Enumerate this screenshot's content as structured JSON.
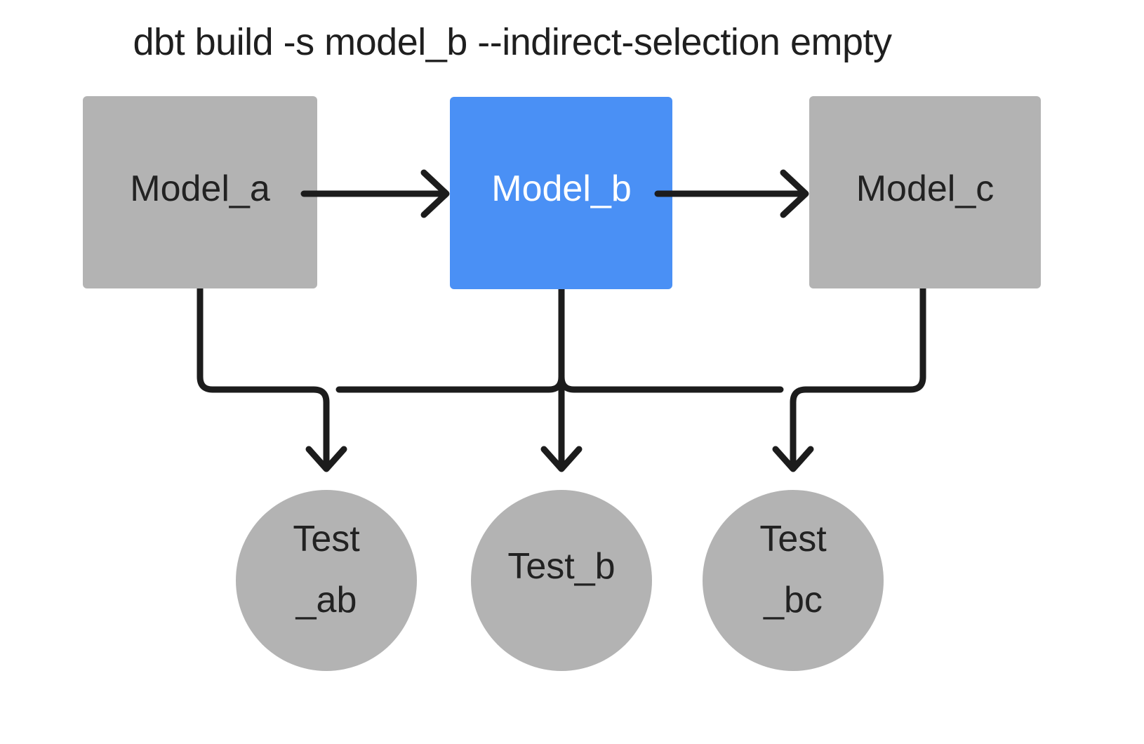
{
  "diagram": {
    "title": "dbt build -s model_b --indirect-selection empty",
    "background_color": "#ffffff",
    "colors": {
      "node_gray": "#b3b3b3",
      "node_selected_blue": "#4a90f5",
      "edge_black": "#1c1c1c",
      "text_dark": "#222222",
      "text_light": "#ffffff"
    },
    "models": [
      {
        "id": "model_a",
        "label": "Model_a",
        "shape": "rectangle",
        "state": "unselected",
        "fill": "#b3b3b3",
        "text_color": "#222222"
      },
      {
        "id": "model_b",
        "label": "Model_b",
        "shape": "rectangle",
        "state": "selected",
        "fill": "#4a90f5",
        "text_color": "#ffffff"
      },
      {
        "id": "model_c",
        "label": "Model_c",
        "shape": "rectangle",
        "state": "unselected",
        "fill": "#b3b3b3",
        "text_color": "#222222"
      }
    ],
    "tests": [
      {
        "id": "test_ab",
        "label_line1": "Test",
        "label_line2": "_ab",
        "shape": "circle",
        "state": "unselected",
        "fill": "#b3b3b3"
      },
      {
        "id": "test_b",
        "label_line1": "Test_b",
        "label_line2": "",
        "shape": "circle",
        "state": "unselected",
        "fill": "#b3b3b3"
      },
      {
        "id": "test_bc",
        "label_line1": "Test",
        "label_line2": "_bc",
        "shape": "circle",
        "state": "unselected",
        "fill": "#b3b3b3"
      }
    ],
    "edges": [
      {
        "id": "edge-a-b",
        "from": "model_a",
        "to": "model_b",
        "style": "arrow-right"
      },
      {
        "id": "edge-b-c",
        "from": "model_b",
        "to": "model_c",
        "style": "arrow-right"
      },
      {
        "id": "edge-a-testab",
        "from": "model_a",
        "to": "test_ab",
        "style": "arrow-down"
      },
      {
        "id": "edge-b-testab",
        "from": "model_b",
        "to": "test_ab",
        "style": "arrow-down"
      },
      {
        "id": "edge-b-testb",
        "from": "model_b",
        "to": "test_b",
        "style": "arrow-down"
      },
      {
        "id": "edge-b-testbc",
        "from": "model_b",
        "to": "test_bc",
        "style": "arrow-down"
      },
      {
        "id": "edge-c-testbc",
        "from": "model_c",
        "to": "test_bc",
        "style": "arrow-down"
      }
    ]
  }
}
